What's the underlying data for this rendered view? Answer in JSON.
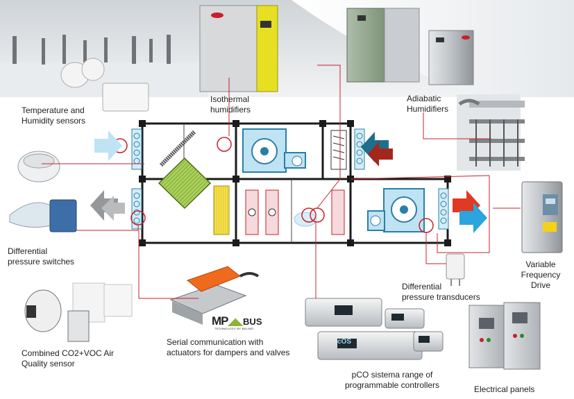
{
  "labels": {
    "temp_humidity": [
      "Temperature and",
      "Humidity sensors"
    ],
    "isothermal": [
      "Isothermal",
      "humidifiers"
    ],
    "adiabatic": [
      "Adiabatic",
      "Humidifiers"
    ],
    "diff_switches": [
      "Differential",
      "pressure switches"
    ],
    "vfd": [
      "Variable",
      "Frequency",
      "Drive"
    ],
    "diff_transducers": [
      "Differential",
      "pressure transducers"
    ],
    "co2_voc": [
      "Combined CO2+VOC Air",
      "Quality sensor"
    ],
    "serial": [
      "Serial communication with",
      "actuators for dampers and valves"
    ],
    "pco": [
      "pCO sistema range of",
      "programmable controllers"
    ],
    "panels": "Electrical panels"
  },
  "logo": {
    "mp": "MP",
    "bus": "BUS",
    "tagline": "TECHNOLOGY BY BELIMO"
  },
  "controller_brand": "cOS",
  "colors": {
    "line_red": "#c8202a",
    "flow_blue": "#2aa5dd",
    "flow_grey": "#8a8d90",
    "flow_red": "#e03a23",
    "flow_teal": "#1e6e8c",
    "flow_darkred": "#a5271b",
    "humidifier_yellow": "#e6df22",
    "humidifier_green": "#8fa58a",
    "actuator_orange": "#ef6a1d"
  }
}
